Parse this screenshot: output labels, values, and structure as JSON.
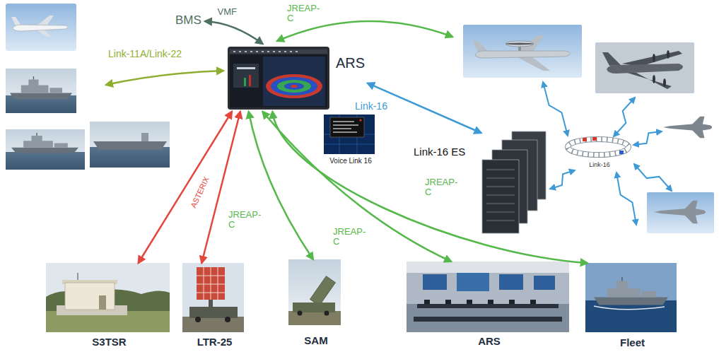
{
  "diagram": {
    "nodes": [
      {
        "text": [
          "BMS"
        ]
      },
      {
        "text": [
          "ARS"
        ]
      },
      {
        "text": [
          "Voice Link 16"
        ]
      },
      {
        "text": [
          "Link-16 ES"
        ]
      },
      {
        "text": [
          "Link-16"
        ]
      },
      {
        "text": [
          "S3TSR"
        ]
      },
      {
        "text": [
          "LTR-25"
        ]
      },
      {
        "text": [
          "SAM"
        ]
      },
      {
        "text": [
          "ARS"
        ]
      },
      {
        "text": [
          "Fleet"
        ]
      }
    ],
    "edges": [
      {
        "from": 0,
        "to": 1,
        "arrow": "both",
        "label": "VMF"
      },
      {
        "from": 1,
        "to": 3,
        "arrow": "both",
        "label": "Link-16"
      },
      {
        "from": 1,
        "to": 5,
        "arrow": "both",
        "label": "ASTERIX"
      },
      {
        "from": 1,
        "to": 6,
        "arrow": "both"
      },
      {
        "from": 1,
        "to": 7,
        "arrow": "both",
        "label": "JREAP- C"
      },
      {
        "from": 1,
        "to": 8,
        "arrow": "both",
        "label": "JREAP- C"
      },
      {
        "from": 1,
        "to": 9,
        "arrow": "both",
        "label": "JREAP- C"
      },
      {
        "from": 3,
        "to": 4,
        "arrow": "both"
      }
    ],
    "labels": [
      "Link-11A/Link-22",
      "JREAP- C"
    ]
  }
}
